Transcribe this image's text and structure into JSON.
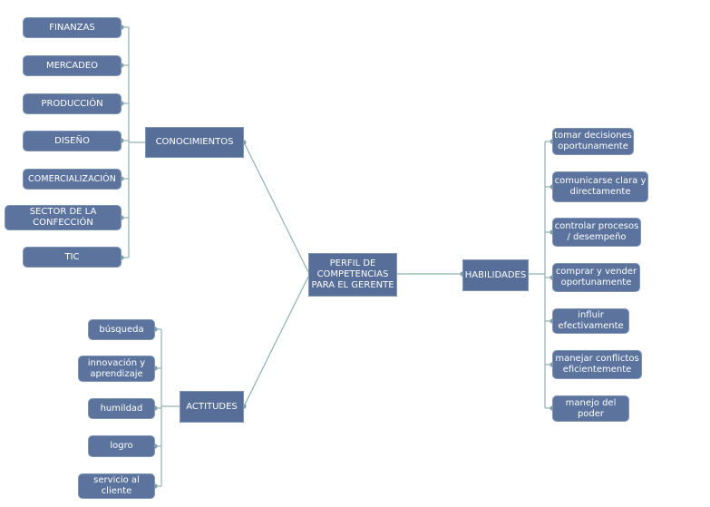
{
  "center": "PERFIL DE\nCOMPETENCIAS\nPARA EL GERENTE",
  "branches": {
    "conocimientos": {
      "label": "CONOCIMIENTOS",
      "items": [
        "FINANZAS",
        "MERCADEO",
        "PRODUCCIÓN",
        "DISEÑO",
        "COMERCIALIZACIÓN",
        "SECTOR DE LA\nCONFECCIÓN",
        "TIC"
      ]
    },
    "actitudes": {
      "label": "ACTITUDES",
      "items": [
        "búsqueda",
        "innovación y\naprendizaje",
        "humildad",
        "logro",
        "servicio al\ncliente"
      ]
    },
    "habilidades": {
      "label": "HABILIDADES",
      "items": [
        "tomar decisiones\noportunamente",
        "comunicarse clara y\ndirectamente",
        "controlar procesos\n/ desempeño",
        "comprar y vender\noportunamente",
        "influir\nefectivamente",
        "manejar conflictos\neficientemente",
        "manejo del\npoder"
      ]
    }
  },
  "colors": {
    "node_fill": "#5b739d",
    "node_border": "#7f95b8",
    "connector": "#7fa3a3",
    "text": "#ffffff"
  }
}
